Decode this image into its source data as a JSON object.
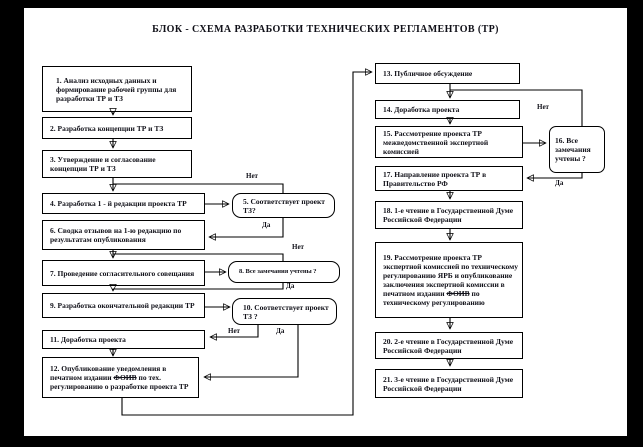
{
  "title": "БЛОК - СХЕМА РАЗРАБОТКИ ТЕХНИЧЕСКИХ РЕГЛАМЕНТОВ (ТР)",
  "labels": {
    "yes": "Да",
    "no": "Нет"
  },
  "colors": {
    "background": "#000000",
    "page": "#ffffff",
    "line": "#000000",
    "text": "#101018"
  },
  "strike_words": [
    "ФОИВ"
  ],
  "boxes": [
    {
      "id": 1,
      "shape": "rect",
      "text": "1. Анализ исходных данных и формирование рабочей группы для разработки ТР и ТЗ"
    },
    {
      "id": 2,
      "shape": "rect",
      "text": "2. Разработка концепции ТР и ТЗ"
    },
    {
      "id": 3,
      "shape": "rect",
      "text": "3. Утверждение и согласование концепции ТР и ТЗ"
    },
    {
      "id": 4,
      "shape": "rect",
      "text": "4. Разработка 1 - й редакции проекта ТР"
    },
    {
      "id": 5,
      "shape": "rounded",
      "text": "5. Соответствует проект ТЗ?"
    },
    {
      "id": 6,
      "shape": "rect",
      "text": "6. Сводка отзывов на 1-ю редакцию по результатам опубликования"
    },
    {
      "id": 7,
      "shape": "rect",
      "text": "7. Проведение согласительного совещания"
    },
    {
      "id": 8,
      "shape": "rounded",
      "text": "8. Все замечания учтены ?"
    },
    {
      "id": 9,
      "shape": "rect",
      "text": "9. Разработка окончательной редакции ТР"
    },
    {
      "id": 10,
      "shape": "rounded",
      "text": "10. Соответствует проект ТЗ ?"
    },
    {
      "id": 11,
      "shape": "rect",
      "text": "11. Доработка проекта"
    },
    {
      "id": 12,
      "shape": "rect",
      "text": "12. Опубликование уведомления в печатном издании ФОИВ по тех. регулированию о разработке проекта ТР"
    },
    {
      "id": 13,
      "shape": "rect",
      "text": "13. Публичное обсуждение"
    },
    {
      "id": 14,
      "shape": "rect",
      "text": "14. Доработка проекта"
    },
    {
      "id": 15,
      "shape": "rect",
      "text": "15. Рассмотрение проекта ТР межведомственной экспертной комиссией"
    },
    {
      "id": 16,
      "shape": "rounded",
      "text": "16. Все замечания учтены ?"
    },
    {
      "id": 17,
      "shape": "rect",
      "text": "17. Направление проекта ТР в Правительство РФ"
    },
    {
      "id": 18,
      "shape": "rect",
      "text": "18. 1-е чтение в Государственной Думе Российской Федерации"
    },
    {
      "id": 19,
      "shape": "rect",
      "text": "19. Рассмотрение проекта ТР экспертной комиссией по техническому регулированию ЯРБ и опубликование заключения экспертной комиссии в печатном издании ФОИВ по техническому регулированию"
    },
    {
      "id": 20,
      "shape": "rect",
      "text": "20. 2-е чтение в Государственной Думе Российской Федерации"
    },
    {
      "id": 21,
      "shape": "rect",
      "text": "21. 3-е чтение в Государственной Думе Российской Федерации"
    }
  ]
}
